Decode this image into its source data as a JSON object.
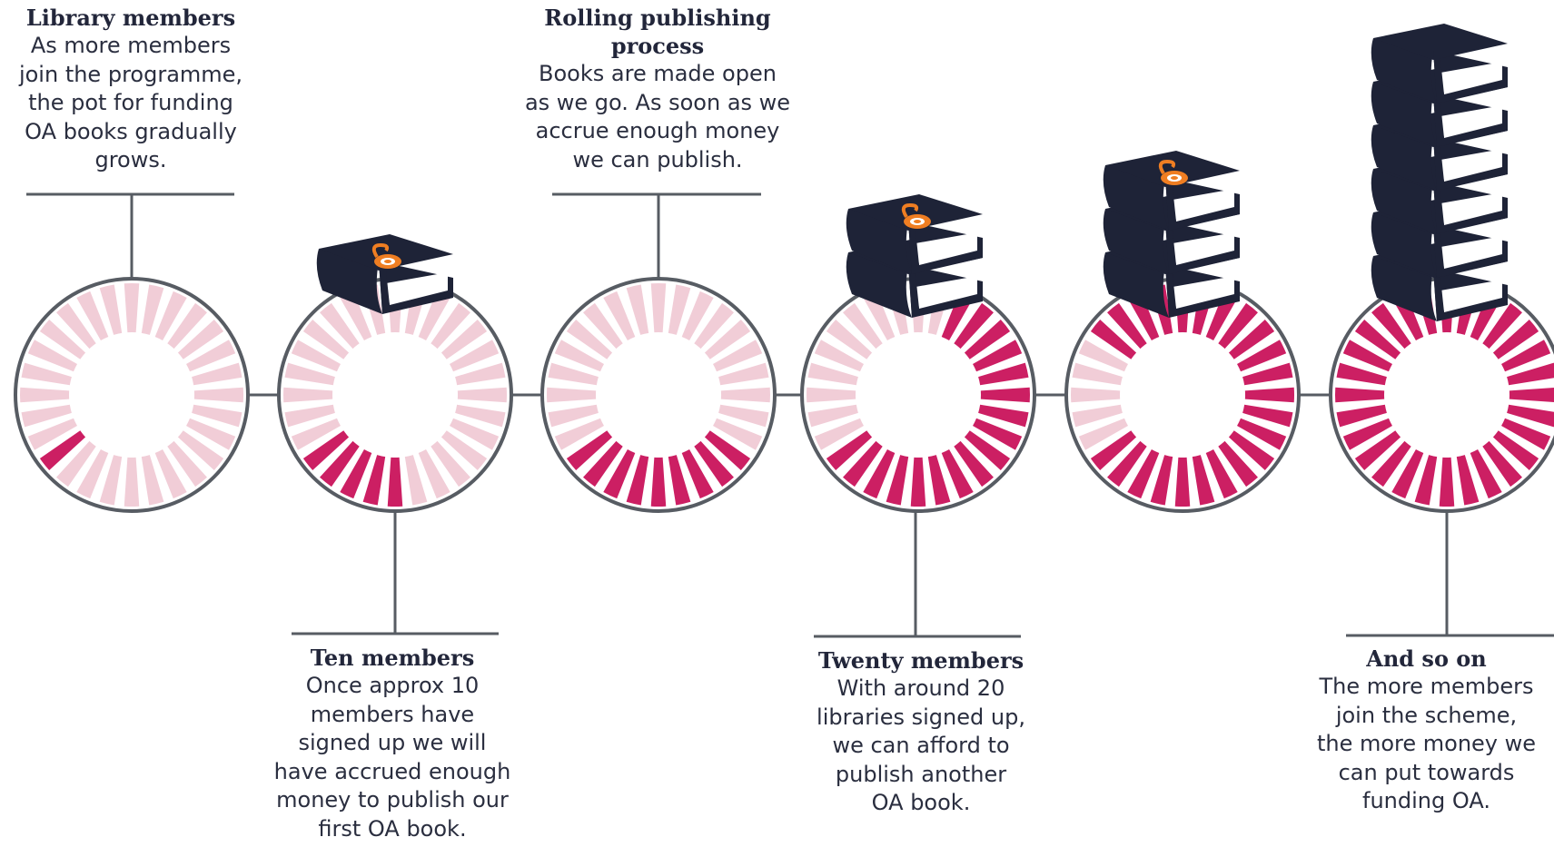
{
  "colors": {
    "filled": "#cc1f63",
    "empty": "#f1cdd7",
    "line": "#575c63",
    "book": "#1e2337",
    "book_pages": "#ffffff",
    "oa_icon": "#ef7e22"
  },
  "stages": [
    {
      "id": "library-members",
      "filled_segments": 1,
      "total_segments": 28,
      "books": 0,
      "title": "Library members",
      "body": "As more members\njoin the programme,\nthe pot for funding\nOA books gradually\ngrows."
    },
    {
      "id": "ten-members",
      "filled_segments": 5,
      "total_segments": 28,
      "books": 1,
      "title": "Ten members",
      "body": "Once approx 10\nmembers have\nsigned up we will\nhave accrued enough\nmoney to publish our\nfirst OA book."
    },
    {
      "id": "rolling-publishing",
      "filled_segments": 9,
      "total_segments": 28,
      "books": 0,
      "title": "Rolling publishing\nprocess",
      "body": "Books are made open\nas we go. As soon as we\naccrue enough money\nwe can publish."
    },
    {
      "id": "twenty-members",
      "filled_segments": 17,
      "total_segments": 28,
      "books": 2,
      "title": "Twenty members",
      "body": "With around 20\nlibraries signed up,\nwe can afford to\npublish another\nOA book."
    },
    {
      "id": "more-members",
      "filled_segments": 23,
      "total_segments": 28,
      "books": 3,
      "title": "",
      "body": ""
    },
    {
      "id": "and-so-on",
      "filled_segments": 28,
      "total_segments": 28,
      "books": 6,
      "title": "And so on",
      "body": "The more members\njoin the scheme,\nthe more money we\ncan put towards\nfunding OA."
    }
  ]
}
